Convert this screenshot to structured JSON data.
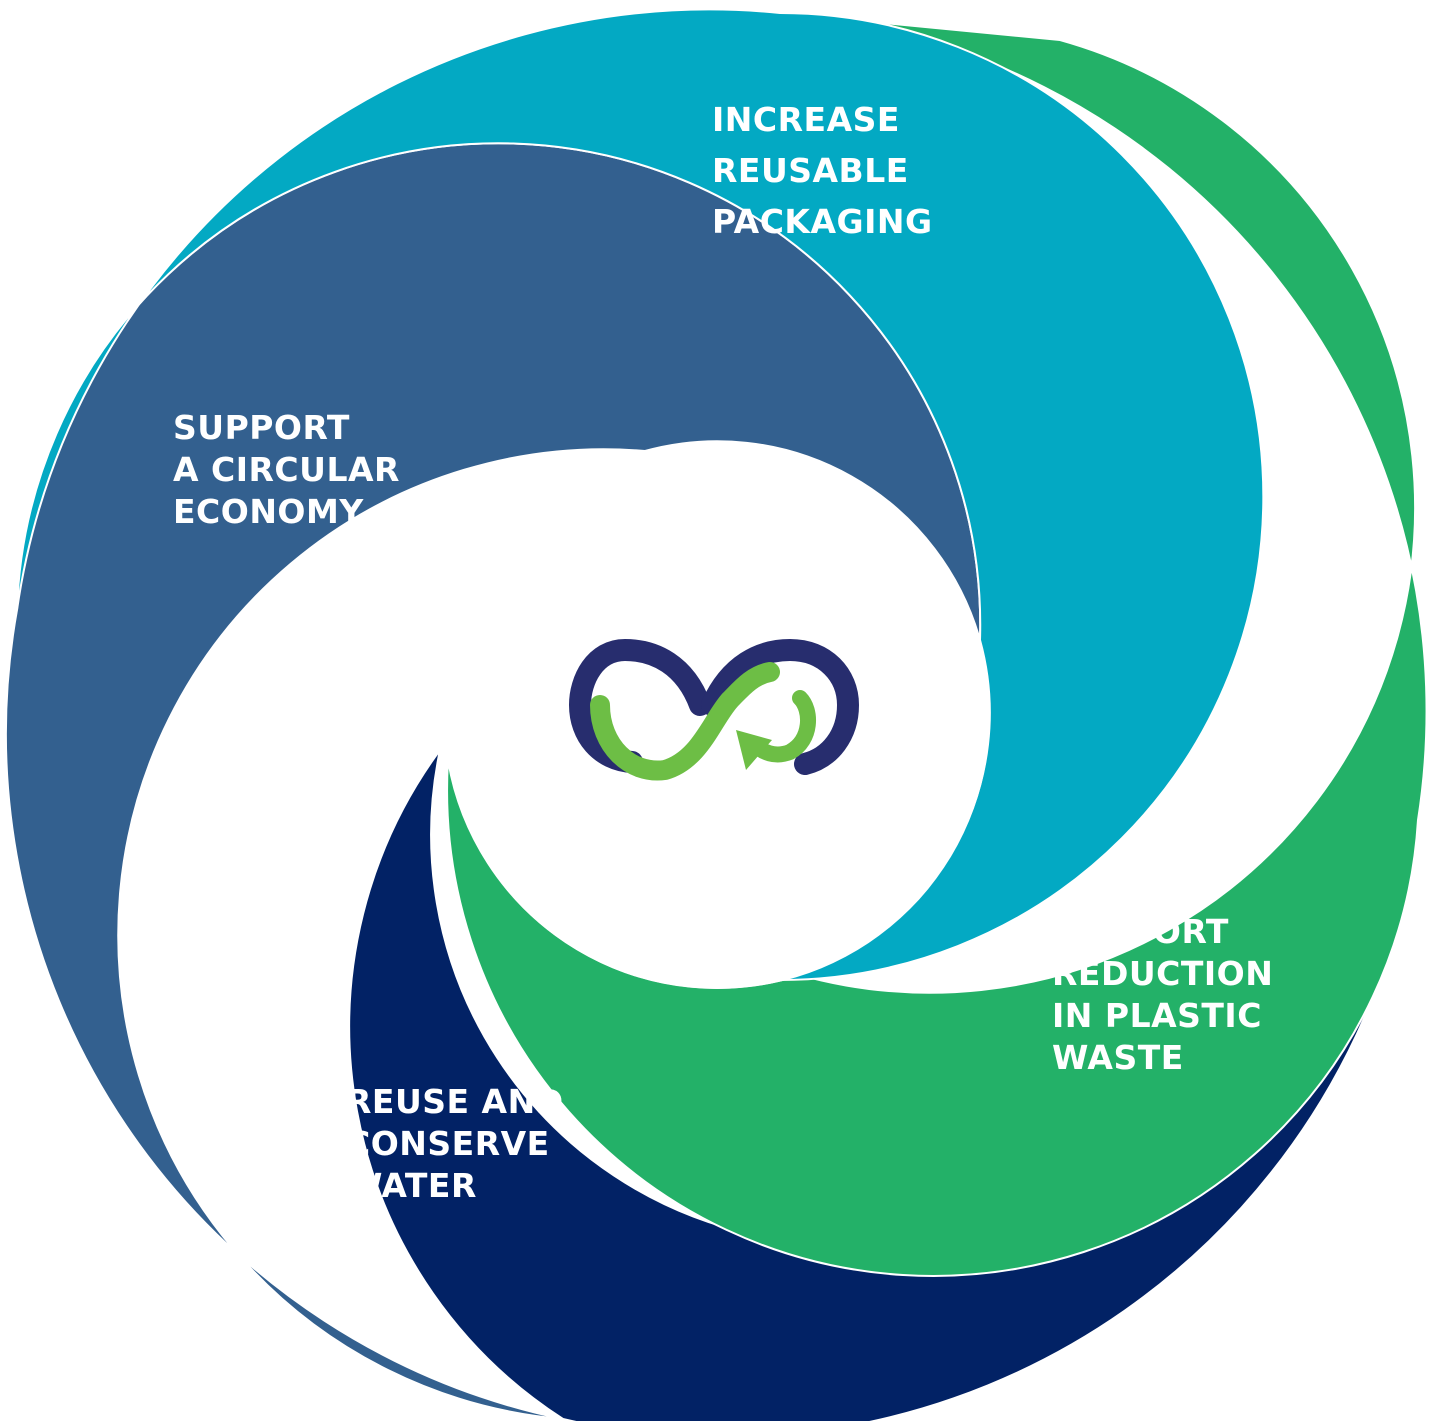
{
  "diagram": {
    "segments": [
      {
        "id": "packaging",
        "lines": [
          "INCREASE",
          "REUSABLE",
          "PACKAGING"
        ],
        "color": "#03A9C3"
      },
      {
        "id": "plastic",
        "lines": [
          "SUPPORT",
          "REDUCTION",
          "IN PLASTIC",
          "WASTE"
        ],
        "color": "#23B168"
      },
      {
        "id": "water",
        "lines": [
          "REUSE AND",
          "CONSERVE",
          "WATER"
        ],
        "color": "#022265"
      },
      {
        "id": "circular",
        "lines": [
          "SUPPORT",
          "A CIRCULAR",
          "ECONOMY"
        ],
        "color": "#33608F"
      }
    ],
    "center": {
      "icon": "infinity-recycle-icon",
      "colors": {
        "navy": "#272D6E",
        "green": "#6DBE45"
      }
    }
  }
}
